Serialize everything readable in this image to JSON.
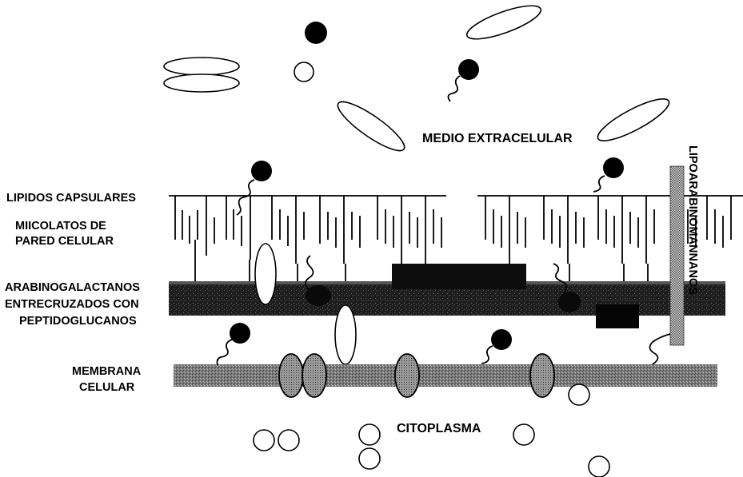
{
  "labels": {
    "medio_extracelular": "MEDIO EXTRACELULAR",
    "lipidos_capsulares": "LIPIDOS CAPSULARES",
    "micolatos_line1": "MIICOLATOS DE",
    "micolatos_line2": "PARED CELULAR",
    "arabino_line1": "ARABINOGALACTANOS",
    "arabino_line2": "ENTRECRUZADOS CON",
    "arabino_line3": "PEPTIDOGLUCANOS",
    "membrana_line1": "MEMBRANA",
    "membrana_line2": "CELULAR",
    "citoplasma": "CITOPLASMA",
    "lipoarabinomannanos": "LIPOARABINOMANNANOS"
  },
  "colors": {
    "ink": "#000000",
    "band_dark": "#2a2a2a",
    "band_grey": "#8a8a8a",
    "background": "#ffffff"
  }
}
